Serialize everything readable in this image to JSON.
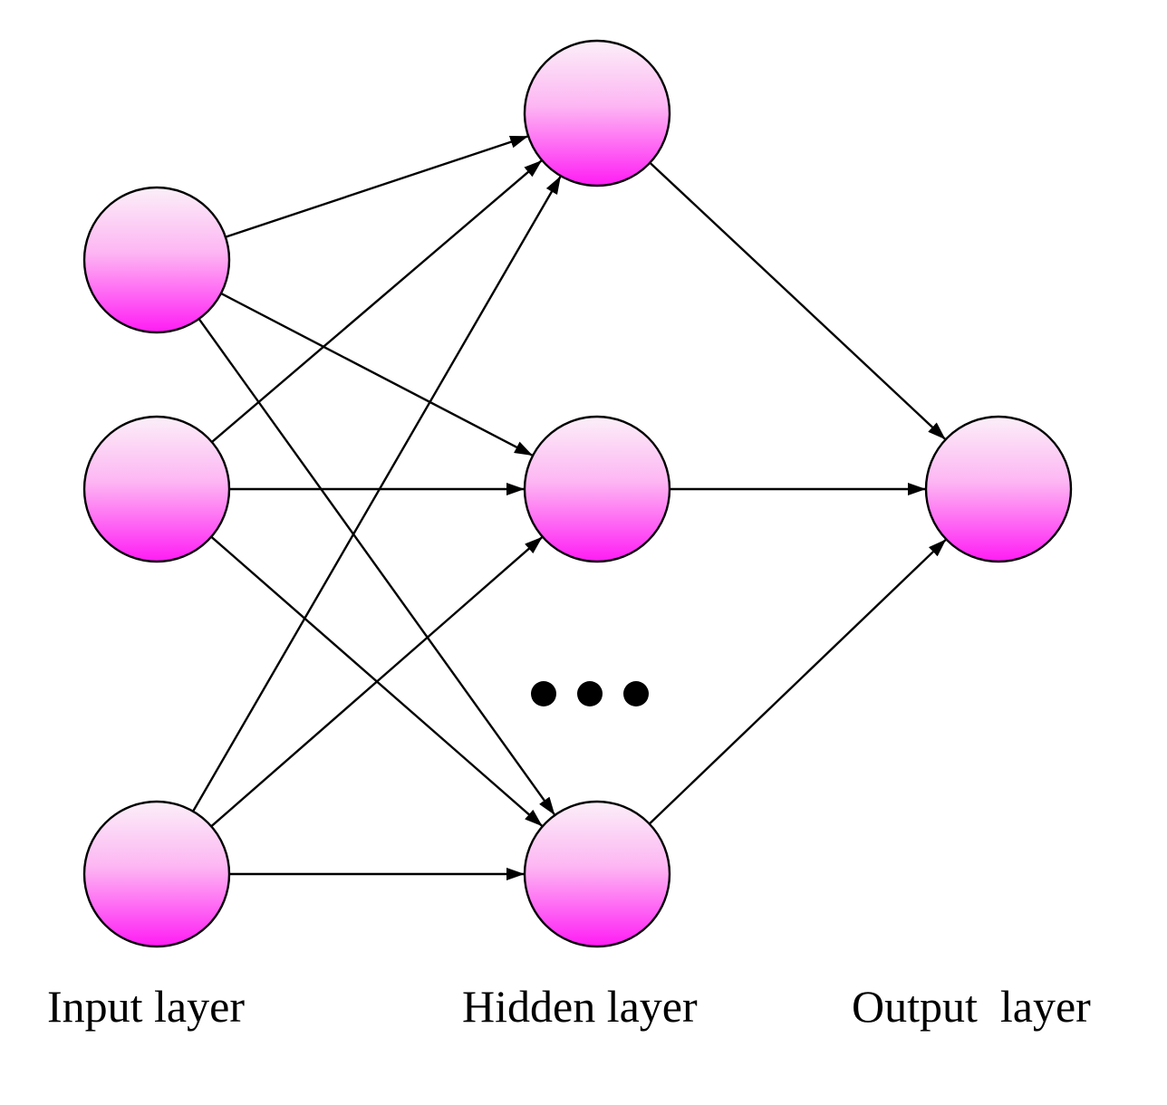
{
  "colors": {
    "neuron_top": "#fbeff8",
    "neuron_bottom": "#ff1cf4",
    "stroke": "#000000",
    "background": "#ffffff"
  },
  "layers": {
    "input": {
      "label": "Input layer",
      "neurons": [
        "in-1",
        "in-2",
        "in-3"
      ]
    },
    "hidden": {
      "label": "Hidden layer",
      "neurons": [
        "hid-1",
        "hid-2",
        "hid-3"
      ]
    },
    "output": {
      "label": "Output  layer",
      "neurons": [
        "out-1"
      ]
    }
  },
  "ellipsis_icon": "ellipsis-icon",
  "connections": [
    [
      "in-1",
      "hid-1"
    ],
    [
      "in-1",
      "hid-2"
    ],
    [
      "in-1",
      "hid-3"
    ],
    [
      "in-2",
      "hid-1"
    ],
    [
      "in-2",
      "hid-2"
    ],
    [
      "in-2",
      "hid-3"
    ],
    [
      "in-3",
      "hid-1"
    ],
    [
      "in-3",
      "hid-2"
    ],
    [
      "in-3",
      "hid-3"
    ],
    [
      "hid-1",
      "out-1"
    ],
    [
      "hid-2",
      "out-1"
    ],
    [
      "hid-3",
      "out-1"
    ]
  ]
}
